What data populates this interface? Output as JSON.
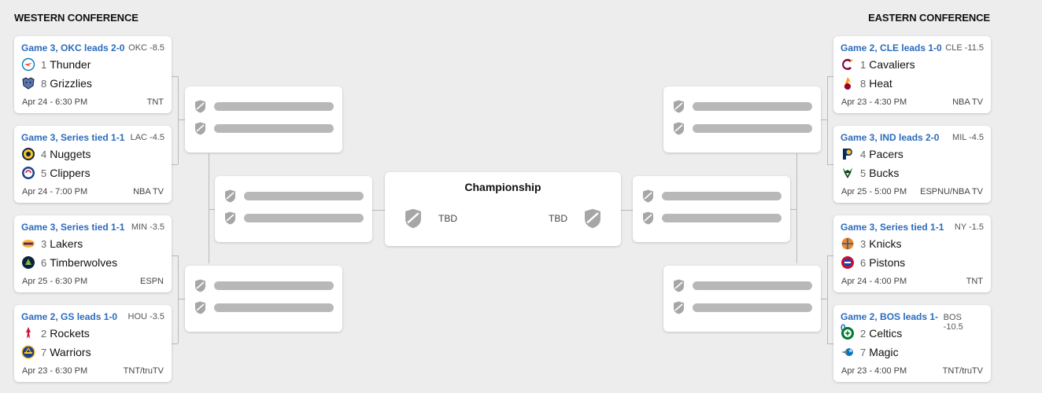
{
  "west": {
    "title": "WESTERN CONFERENCE",
    "games": [
      {
        "status": "Game 3, OKC leads 2-0",
        "line": "OKC -8.5",
        "date": "Apr 24 - 6:30 PM",
        "network": "TNT",
        "teams": [
          {
            "seed": "1",
            "name": "Thunder",
            "logo": "thunder-logo"
          },
          {
            "seed": "8",
            "name": "Grizzlies",
            "logo": "grizzlies-logo"
          }
        ]
      },
      {
        "status": "Game 3, Series tied 1-1",
        "line": "LAC -4.5",
        "date": "Apr 24 - 7:00 PM",
        "network": "NBA TV",
        "teams": [
          {
            "seed": "4",
            "name": "Nuggets",
            "logo": "nuggets-logo"
          },
          {
            "seed": "5",
            "name": "Clippers",
            "logo": "clippers-logo"
          }
        ]
      },
      {
        "status": "Game 3, Series tied 1-1",
        "line": "MIN -3.5",
        "date": "Apr 25 - 6:30 PM",
        "network": "ESPN",
        "teams": [
          {
            "seed": "3",
            "name": "Lakers",
            "logo": "lakers-logo"
          },
          {
            "seed": "6",
            "name": "Timberwolves",
            "logo": "timberwolves-logo"
          }
        ]
      },
      {
        "status": "Game 2, GS leads 1-0",
        "line": "HOU -3.5",
        "date": "Apr 23 - 6:30 PM",
        "network": "TNT/truTV",
        "teams": [
          {
            "seed": "2",
            "name": "Rockets",
            "logo": "rockets-logo"
          },
          {
            "seed": "7",
            "name": "Warriors",
            "logo": "warriors-logo"
          }
        ]
      }
    ]
  },
  "east": {
    "title": "EASTERN CONFERENCE",
    "games": [
      {
        "status": "Game 2, CLE leads 1-0",
        "line": "CLE -11.5",
        "date": "Apr 23 - 4:30 PM",
        "network": "NBA TV",
        "teams": [
          {
            "seed": "1",
            "name": "Cavaliers",
            "logo": "cavaliers-logo"
          },
          {
            "seed": "8",
            "name": "Heat",
            "logo": "heat-logo"
          }
        ]
      },
      {
        "status": "Game 3, IND leads 2-0",
        "line": "MIL -4.5",
        "date": "Apr 25 - 5:00 PM",
        "network": "ESPNU/NBA TV",
        "teams": [
          {
            "seed": "4",
            "name": "Pacers",
            "logo": "pacers-logo"
          },
          {
            "seed": "5",
            "name": "Bucks",
            "logo": "bucks-logo"
          }
        ]
      },
      {
        "status": "Game 3, Series tied 1-1",
        "line": "NY -1.5",
        "date": "Apr 24 - 4:00 PM",
        "network": "TNT",
        "teams": [
          {
            "seed": "3",
            "name": "Knicks",
            "logo": "knicks-logo"
          },
          {
            "seed": "6",
            "name": "Pistons",
            "logo": "pistons-logo"
          }
        ]
      },
      {
        "status": "Game 2, BOS leads 1-0",
        "line": "BOS -10.5",
        "date": "Apr 23 - 4:00 PM",
        "network": "TNT/truTV",
        "teams": [
          {
            "seed": "2",
            "name": "Celtics",
            "logo": "celtics-logo"
          },
          {
            "seed": "7",
            "name": "Magic",
            "logo": "magic-logo"
          }
        ]
      }
    ]
  },
  "championship": {
    "title": "Championship",
    "left": "TBD",
    "right": "TBD"
  },
  "colors": {
    "accent": "#2b6bbd",
    "placeholder": "#b8b8b8",
    "background": "#ededed"
  }
}
